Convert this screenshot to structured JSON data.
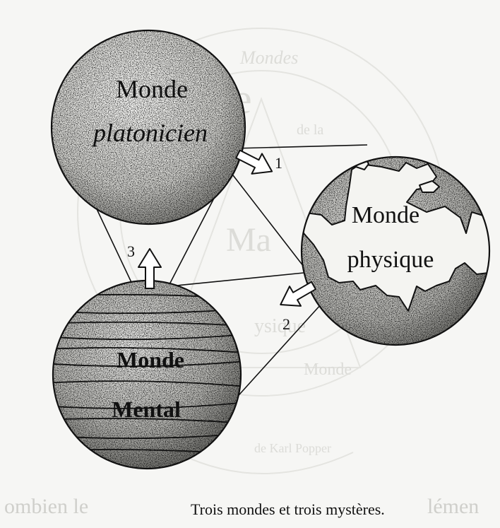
{
  "worlds": {
    "platonic": {
      "line1": "Monde",
      "line2": "platonicien"
    },
    "physical": {
      "line1": "Monde",
      "line2": "physique"
    },
    "mental": {
      "line1": "Monde",
      "line2": "Mental"
    }
  },
  "arrows": {
    "one": "1",
    "two": "2",
    "three": "3"
  },
  "caption": "Trois mondes et trois mystères.",
  "background_bleed": {
    "left": "ombien le",
    "right": "lémen"
  }
}
